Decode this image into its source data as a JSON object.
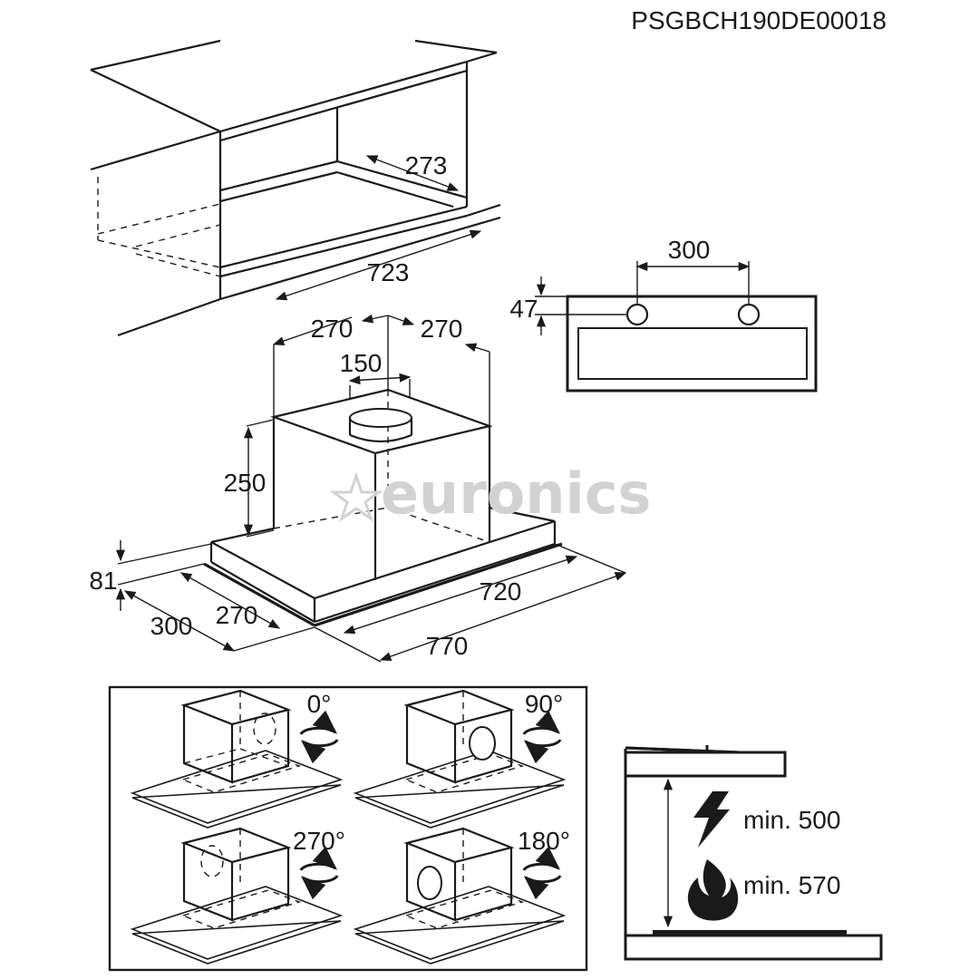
{
  "product_code": "PSGBCH190DE00018",
  "watermark": "euronics",
  "top_cabinet": {
    "depth": "273",
    "width": "723"
  },
  "side_view": {
    "spacing": "300",
    "offset": "47"
  },
  "hood": {
    "left_offset": "270",
    "right_offset": "270",
    "outlet_diameter": "150",
    "chimney_height": "250",
    "panel_height": "81",
    "depth_inner": "270",
    "depth_outer": "300",
    "width_inner": "720",
    "width_outer": "770"
  },
  "rotations": [
    {
      "label": "0°"
    },
    {
      "label": "90°"
    },
    {
      "label": "270°"
    },
    {
      "label": "180°"
    }
  ],
  "clearance": {
    "electric": {
      "icon": "lightning-icon",
      "label": "min. 500"
    },
    "gas": {
      "icon": "flame-icon",
      "label": "min. 570"
    }
  }
}
